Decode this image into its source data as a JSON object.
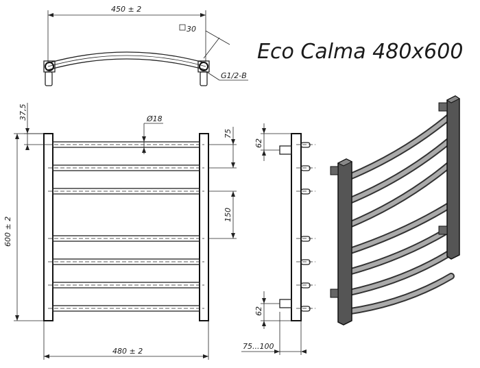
{
  "title": "Eco Calma  480x600",
  "dimensions": {
    "top_width": "450 ± 2",
    "square": "30",
    "thread": "G1/2-B",
    "offset_top": "37,5",
    "tube_diameter": "Ø18",
    "gap_75": "75",
    "gap_150": "150",
    "height": "600 ± 2",
    "width": "480 ± 2",
    "side_62_top": "62",
    "side_62_bottom": "62",
    "wall_distance": "75...100"
  }
}
